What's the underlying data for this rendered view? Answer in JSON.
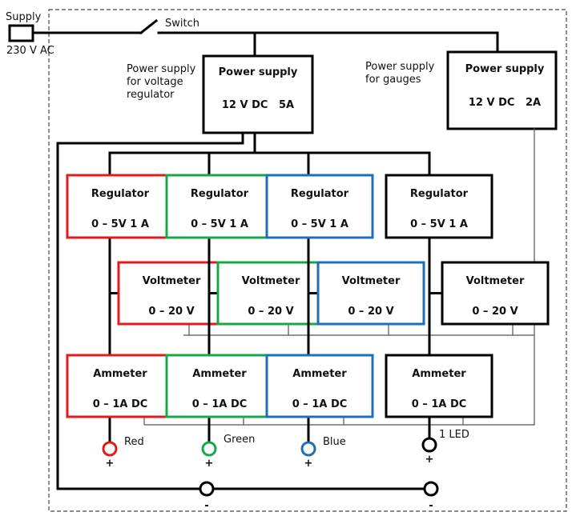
{
  "colors": {
    "red": "#e31a1c",
    "green": "#17a84a",
    "blue": "#1f6fb8",
    "black": "#000000",
    "wire": "#000000",
    "signal_wire": "#555555"
  },
  "mains": {
    "supply_label": "Supply",
    "voltage_label": "230 V AC",
    "switch_label": "Switch"
  },
  "power_supplies": {
    "regulator_psu": {
      "caption": [
        "Power supply",
        "for voltage",
        "regulator"
      ],
      "title": "Power supply",
      "rating": "12 V DC   5A"
    },
    "gauge_psu": {
      "caption": [
        "Power supply",
        "for gauges"
      ],
      "title": "Power supply",
      "rating": "12 V DC   2A"
    }
  },
  "channels": [
    {
      "color": "red",
      "regulator": {
        "title": "Regulator",
        "rating": "0 – 5V 1 A"
      },
      "voltmeter": {
        "title": "Voltmeter",
        "rating": "0 – 20 V"
      },
      "ammeter": {
        "title": "Ammeter",
        "rating": "0 – 1A DC"
      },
      "output_label": "Red",
      "output_polarity": "+"
    },
    {
      "color": "green",
      "regulator": {
        "title": "Regulator",
        "rating": "0 – 5V 1 A"
      },
      "voltmeter": {
        "title": "Voltmeter",
        "rating": "0 – 20 V"
      },
      "ammeter": {
        "title": "Ammeter",
        "rating": "0 – 1A DC"
      },
      "output_label": "Green",
      "output_polarity": "+"
    },
    {
      "color": "blue",
      "regulator": {
        "title": "Regulator",
        "rating": "0 – 5V 1 A"
      },
      "voltmeter": {
        "title": "Voltmeter",
        "rating": "0 – 20 V"
      },
      "ammeter": {
        "title": "Ammeter",
        "rating": "0 – 1A DC"
      },
      "output_label": "Blue",
      "output_polarity": "+"
    },
    {
      "color": "black",
      "regulator": {
        "title": "Regulator",
        "rating": "0 – 5V 1 A"
      },
      "voltmeter": {
        "title": "Voltmeter",
        "rating": "0 – 20 V"
      },
      "ammeter": {
        "title": "Ammeter",
        "rating": "0 – 1A DC"
      },
      "output_label": "1 LED",
      "output_polarity": "+"
    }
  ],
  "ground_terminals": [
    {
      "polarity": "-"
    },
    {
      "polarity": "-"
    }
  ]
}
